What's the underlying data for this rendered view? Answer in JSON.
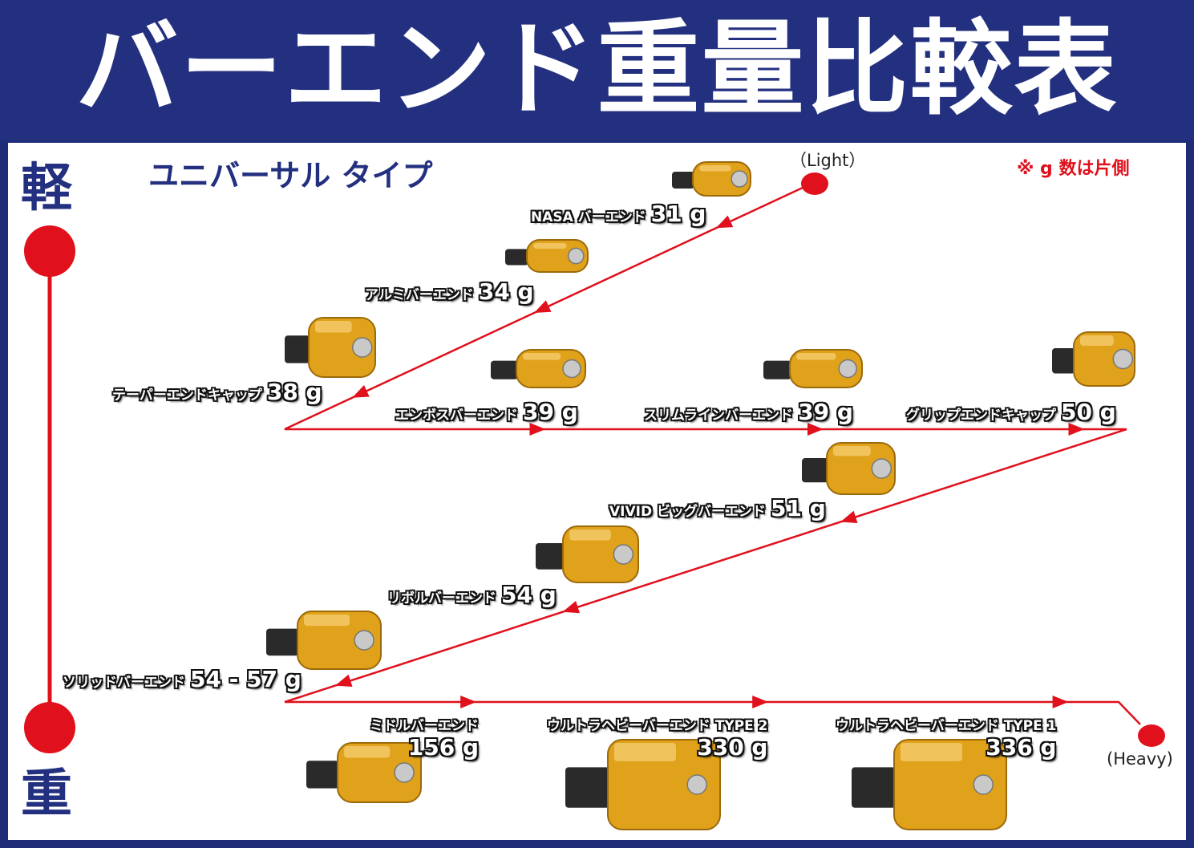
{
  "header": {
    "title": "バーエンド重量比較表"
  },
  "subtitle": "ユニバーサル タイプ",
  "note": "※ g 数は片側",
  "axis": {
    "light_char": "軽",
    "heavy_char": "重",
    "light_label": "（Light）",
    "heavy_label": "(Heavy)"
  },
  "colors": {
    "header_bg": "#23307f",
    "accent_red": "#e0101c",
    "gold": "#e0a21a",
    "dark": "#111111"
  },
  "chart_data": {
    "type": "line",
    "title": "バーエンド重量比較表",
    "subtitle": "ユニバーサル タイプ",
    "unit": "g",
    "order": "light to heavy",
    "items": [
      {
        "name": "NASA バーエンド",
        "weight_label": "31 g",
        "weight": 31
      },
      {
        "name": "アルミバーエンド",
        "weight_label": "34 g",
        "weight": 34
      },
      {
        "name": "テーパーエンドキャップ",
        "weight_label": "38 g",
        "weight": 38
      },
      {
        "name": "エンボスバーエンド",
        "weight_label": "39 g",
        "weight": 39
      },
      {
        "name": "スリムラインバーエンド",
        "weight_label": "39 g",
        "weight": 39
      },
      {
        "name": "グリップエンドキャップ",
        "weight_label": "50 g",
        "weight": 50
      },
      {
        "name": "VIVID ビッグバーエンド",
        "weight_label": "51 g",
        "weight": 51
      },
      {
        "name": "リボルバーエンド",
        "weight_label": "54 g",
        "weight": 54
      },
      {
        "name": "ソリッドバーエンド",
        "weight_label": "54 - 57 g",
        "weight": [
          54,
          57
        ]
      },
      {
        "name": "ミドルバーエンド",
        "weight_label": "156 g",
        "weight": 156
      },
      {
        "name": "ウルトラヘビーバーエンド TYPE 2",
        "weight_label": "330 g",
        "weight": 330
      },
      {
        "name": "ウルトラヘビーバーエンド TYPE 1",
        "weight_label": "336 g",
        "weight": 336
      }
    ]
  }
}
